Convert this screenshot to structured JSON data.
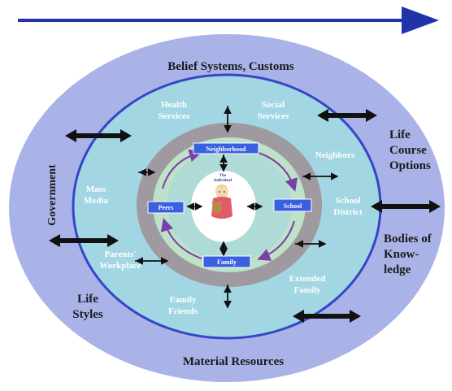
{
  "colors": {
    "arrow_blue": "#2233aa",
    "outer_ring": "#a9b3e8",
    "ring_border": "#3546c7",
    "middle_ring": "#a3d6e3",
    "inner_gray": "#9f9a9f",
    "inner_green": "#bde2c8",
    "core": "#ffffff",
    "box": "#3a5fe0",
    "cycle_arrows": "#7b3fa8"
  },
  "outer": {
    "top": "Belief Systems, Customs",
    "bottom": "Material Resources",
    "left_vertical": "Government",
    "life_styles": [
      "Life",
      "Styles"
    ],
    "life_course": [
      "Life",
      "Course",
      "Options"
    ],
    "bodies": [
      "Bodies of",
      "Know-",
      "ledge"
    ]
  },
  "middle": {
    "health": [
      "Health",
      "Services"
    ],
    "social": [
      "Social",
      "Services"
    ],
    "neighbors": [
      "Neighbors"
    ],
    "mass_media": [
      "Mass",
      "Media"
    ],
    "school_district": [
      "School",
      "District"
    ],
    "parents_workplace": [
      "Parents'",
      "Workplace"
    ],
    "extended_family": [
      "Extended",
      "Family"
    ],
    "family_friends": [
      "Family",
      "Friends"
    ]
  },
  "inner": {
    "neighborhood": "Neighborhood",
    "peers": "Peers",
    "school": "School",
    "family": "Family",
    "individual": [
      "The",
      "Individual"
    ]
  }
}
